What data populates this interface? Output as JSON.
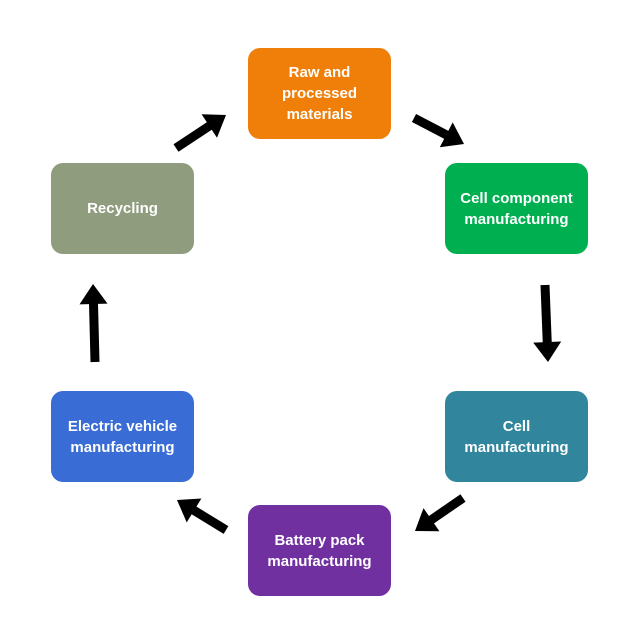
{
  "nodes": {
    "raw": {
      "label": "Raw and processed materials",
      "color": "#F07F09"
    },
    "cellc": {
      "label": "Cell component manufacturing",
      "color": "#00B050"
    },
    "cell": {
      "label": "Cell manufacturing",
      "color": "#31859C"
    },
    "pack": {
      "label": "Battery pack manufacturing",
      "color": "#7030A0"
    },
    "ev": {
      "label": "Electric vehicle manufacturing",
      "color": "#3A6CD5"
    },
    "recyc": {
      "label": "Recycling",
      "color": "#8F9C7E"
    }
  },
  "flow": [
    "raw",
    "cellc",
    "cell",
    "pack",
    "ev",
    "recyc"
  ],
  "arrow_color": "#000000"
}
